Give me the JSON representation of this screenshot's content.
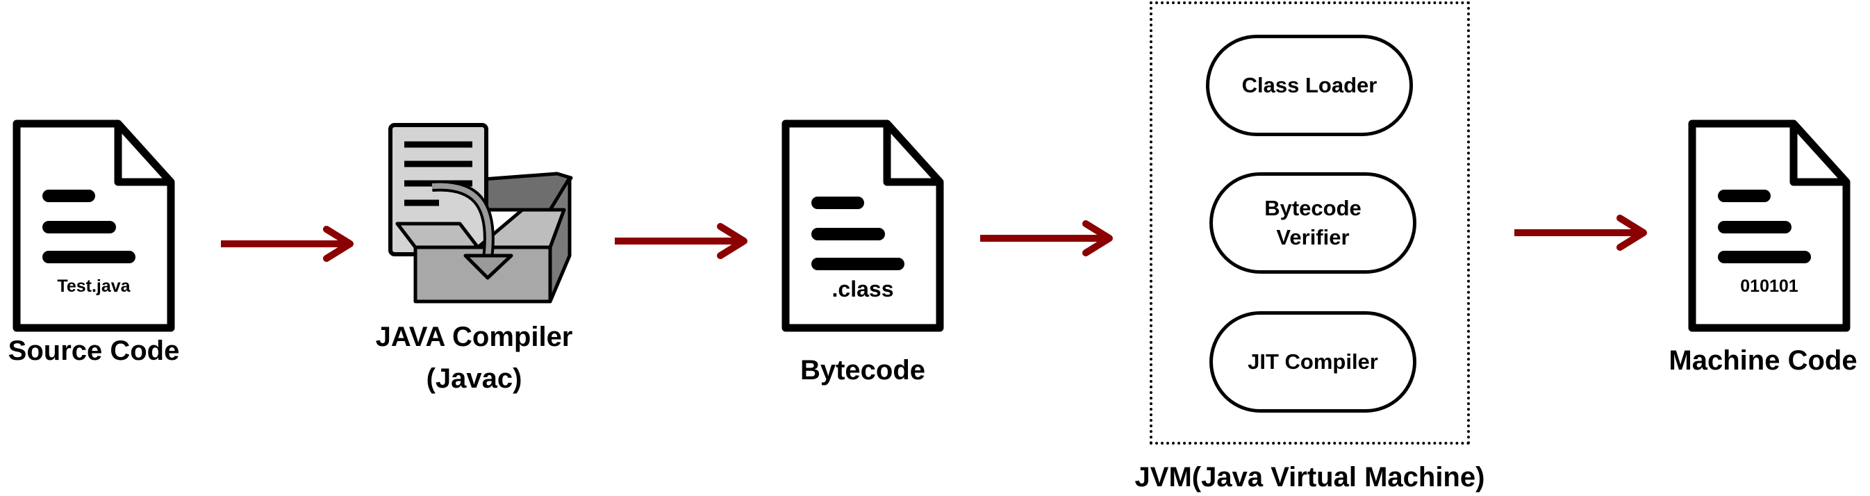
{
  "source": {
    "file": "Test.java",
    "label": "Source Code"
  },
  "compiler": {
    "label_line1": "JAVA Compiler",
    "label_line2": "(Javac)"
  },
  "bytecode": {
    "file": ".class",
    "label": "Bytecode"
  },
  "jvm": {
    "label": "JVM(Java Virtual Machine)",
    "components": [
      {
        "line1": "Class Loader",
        "line2": ""
      },
      {
        "line1": "Bytecode",
        "line2": "Verifier"
      },
      {
        "line1": "JIT Compiler",
        "line2": ""
      }
    ]
  },
  "machine": {
    "file": "010101",
    "label": "Machine Code"
  },
  "colors": {
    "arrow": "#8b0000",
    "outline": "#000000",
    "box_gray": "#a8a8a8",
    "paper_gray": "#d4d4d4"
  }
}
